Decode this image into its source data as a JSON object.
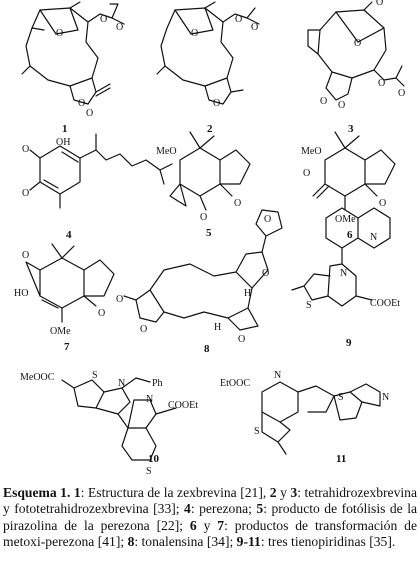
{
  "compounds": [
    {
      "num": "1"
    },
    {
      "num": "2"
    },
    {
      "num": "3"
    },
    {
      "num": "4"
    },
    {
      "num": "5"
    },
    {
      "num": "6"
    },
    {
      "num": "7"
    },
    {
      "num": "8"
    },
    {
      "num": "9"
    },
    {
      "num": "10"
    },
    {
      "num": "11"
    }
  ],
  "atoms": {
    "OH": "OH",
    "MeO": "MeO",
    "OMe": "OMe",
    "HO": "HO",
    "H": "H",
    "N": "N",
    "S": "S",
    "Ph": "Ph",
    "COOEt": "COOEt",
    "MeOOC": "MeOOC",
    "EtOOC": "EtOOC"
  },
  "caption": {
    "label": "Esquema 1.",
    "num1": "1",
    "t1": ": Estructura de la zexbrevina [21], ",
    "num2": "2",
    "t2": " y ",
    "num3": "3",
    "t3": ": tetrahidrozexbrevina y fototetrahidrozexbrevina [33]; ",
    "num4": "4",
    "t4": ": perezona; ",
    "num5": "5",
    "t5": ": producto de fotólisis de la pirazolina de la perezona [22]; ",
    "num6": "6",
    "t6": " y ",
    "num7": "7",
    "t7": ": productos de transformación de metoxi-perezona [41]; ",
    "num8": "8",
    "t8": ": tonalensina [34]; ",
    "num911": "9-11",
    "t9": ": tres tienopiridinas [35]."
  }
}
